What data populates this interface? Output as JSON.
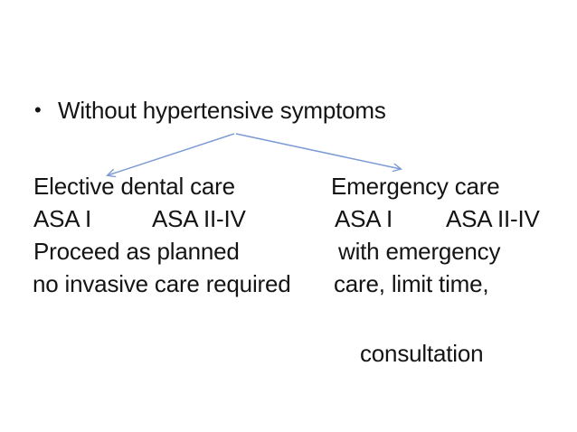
{
  "slide": {
    "colors": {
      "background": "#ffffff",
      "text": "#141414",
      "arrow": "#7d9bd4"
    },
    "bullet_line": {
      "marker": "•",
      "text": "Without hypertensive symptoms"
    },
    "left_branch": {
      "title": "Elective dental care",
      "asa_left": "ASA I",
      "asa_right": "ASA II-IV",
      "line_proceed": "Proceed as planned",
      "line_no_invasive": "no invasive care required"
    },
    "right_branch": {
      "title": "Emergency care",
      "asa_left": "ASA I",
      "asa_right": "ASA II-IV",
      "line_with": "with emergency",
      "line_care": "care, limit time,",
      "line_consultation": "consultation"
    }
  }
}
